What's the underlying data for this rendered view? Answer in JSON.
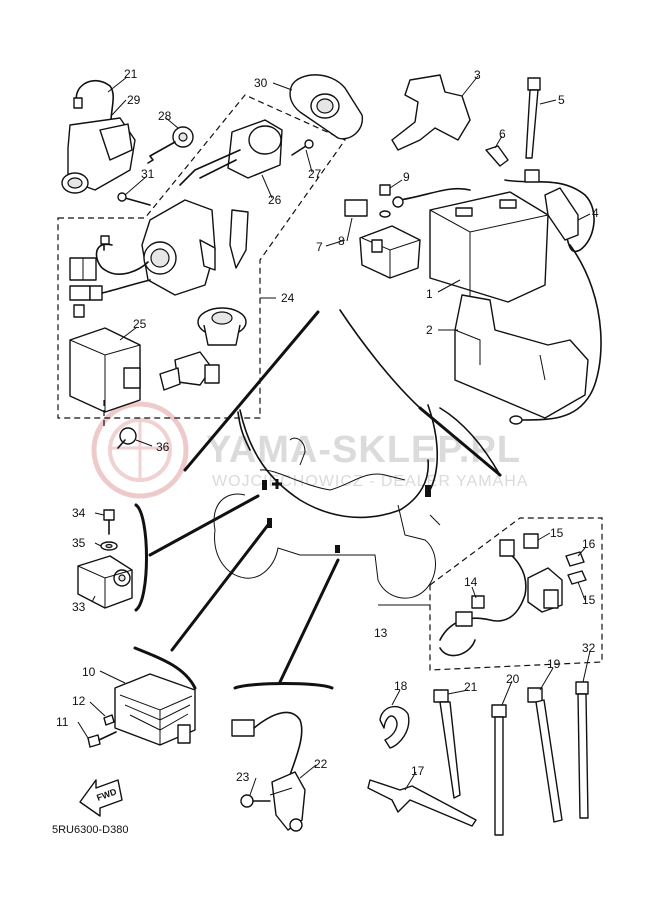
{
  "diagram": {
    "code": "5RU6300-D380",
    "fwd_label": "FWD",
    "watermark": {
      "main": "YAMA-SKLEP.PL",
      "sub": "WOJCIECHOWICZ - DEALER YAMAHA"
    },
    "callouts": {
      "c1": "1",
      "c2": "2",
      "c3": "3",
      "c4": "4",
      "c5": "5",
      "c6": "6",
      "c7": "7",
      "c8": "8",
      "c9": "9",
      "c10": "10",
      "c11": "11",
      "c12": "12",
      "c13": "13",
      "c14": "14",
      "c15a": "15",
      "c15b": "15",
      "c16": "16",
      "c17": "17",
      "c18": "18",
      "c19": "19",
      "c20": "20",
      "c21a": "21",
      "c21b": "21",
      "c22": "22",
      "c23": "23",
      "c24": "24",
      "c25": "25",
      "c26": "26",
      "c27": "27",
      "c28": "28",
      "c29": "29",
      "c30": "30",
      "c31": "31",
      "c32": "32",
      "c33": "33",
      "c34": "34",
      "c35": "35",
      "c36": "36"
    },
    "watermark_colors": {
      "logo": "#e8b4b4",
      "text": "#c8c8c8"
    }
  }
}
